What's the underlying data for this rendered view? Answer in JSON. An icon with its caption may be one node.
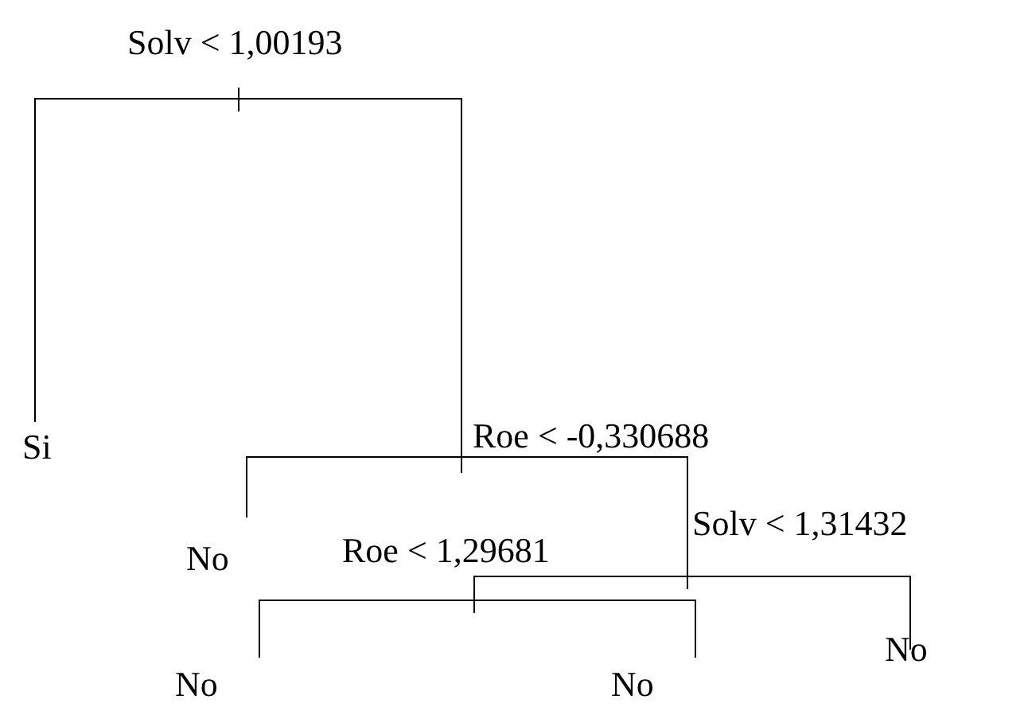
{
  "diagram": {
    "nodes": [
      {
        "text": [
          "Solv < 1,00193"
        ]
      },
      {
        "text": [
          "Si"
        ]
      },
      {
        "text": [
          "Roe < -0,330688"
        ]
      },
      {
        "text": [
          "No"
        ]
      },
      {
        "text": [
          "Solv < 1,31432"
        ]
      },
      {
        "text": [
          "Roe < 1,29681"
        ]
      },
      {
        "text": [
          "No"
        ]
      },
      {
        "text": [
          "No"
        ]
      },
      {
        "text": [
          "No"
        ]
      }
    ],
    "edges": [
      {
        "from": 0,
        "to": 1,
        "arrow": "none"
      },
      {
        "from": 0,
        "to": 2,
        "arrow": "none"
      },
      {
        "from": 2,
        "to": 3,
        "arrow": "none"
      },
      {
        "from": 2,
        "to": 4,
        "arrow": "none"
      },
      {
        "from": 4,
        "to": 5,
        "arrow": "none"
      },
      {
        "from": 4,
        "to": 8,
        "arrow": "none"
      },
      {
        "from": 5,
        "to": 6,
        "arrow": "none"
      },
      {
        "from": 5,
        "to": 7,
        "arrow": "none"
      }
    ]
  }
}
